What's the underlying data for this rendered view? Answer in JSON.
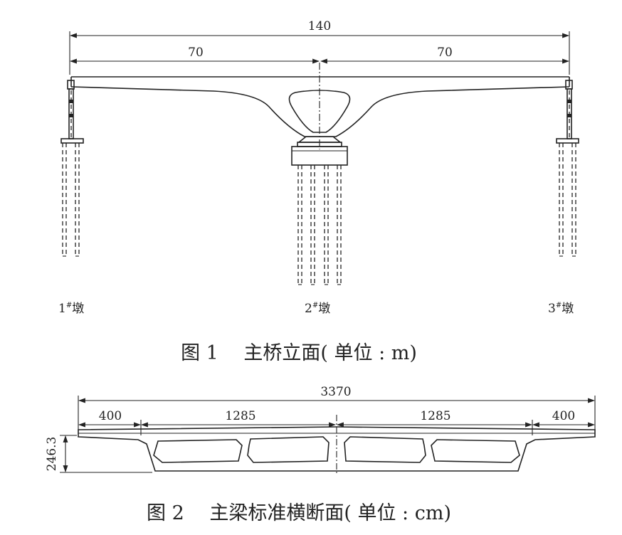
{
  "figure1": {
    "total_span": "140",
    "left_span": "70",
    "right_span": "70",
    "pier1": "1",
    "pier2": "2",
    "pier3": "3",
    "pier_mark": "#",
    "pier_suffix": "墩",
    "caption": "图 1　 主桥立面( 单位 : m)"
  },
  "figure2": {
    "total_width": "3370",
    "left_cant": "400",
    "left_half": "1285",
    "right_half": "1285",
    "right_cant": "400",
    "height": "246.3",
    "caption": "图 2　 主梁标准横断面( 单位 : cm)"
  }
}
